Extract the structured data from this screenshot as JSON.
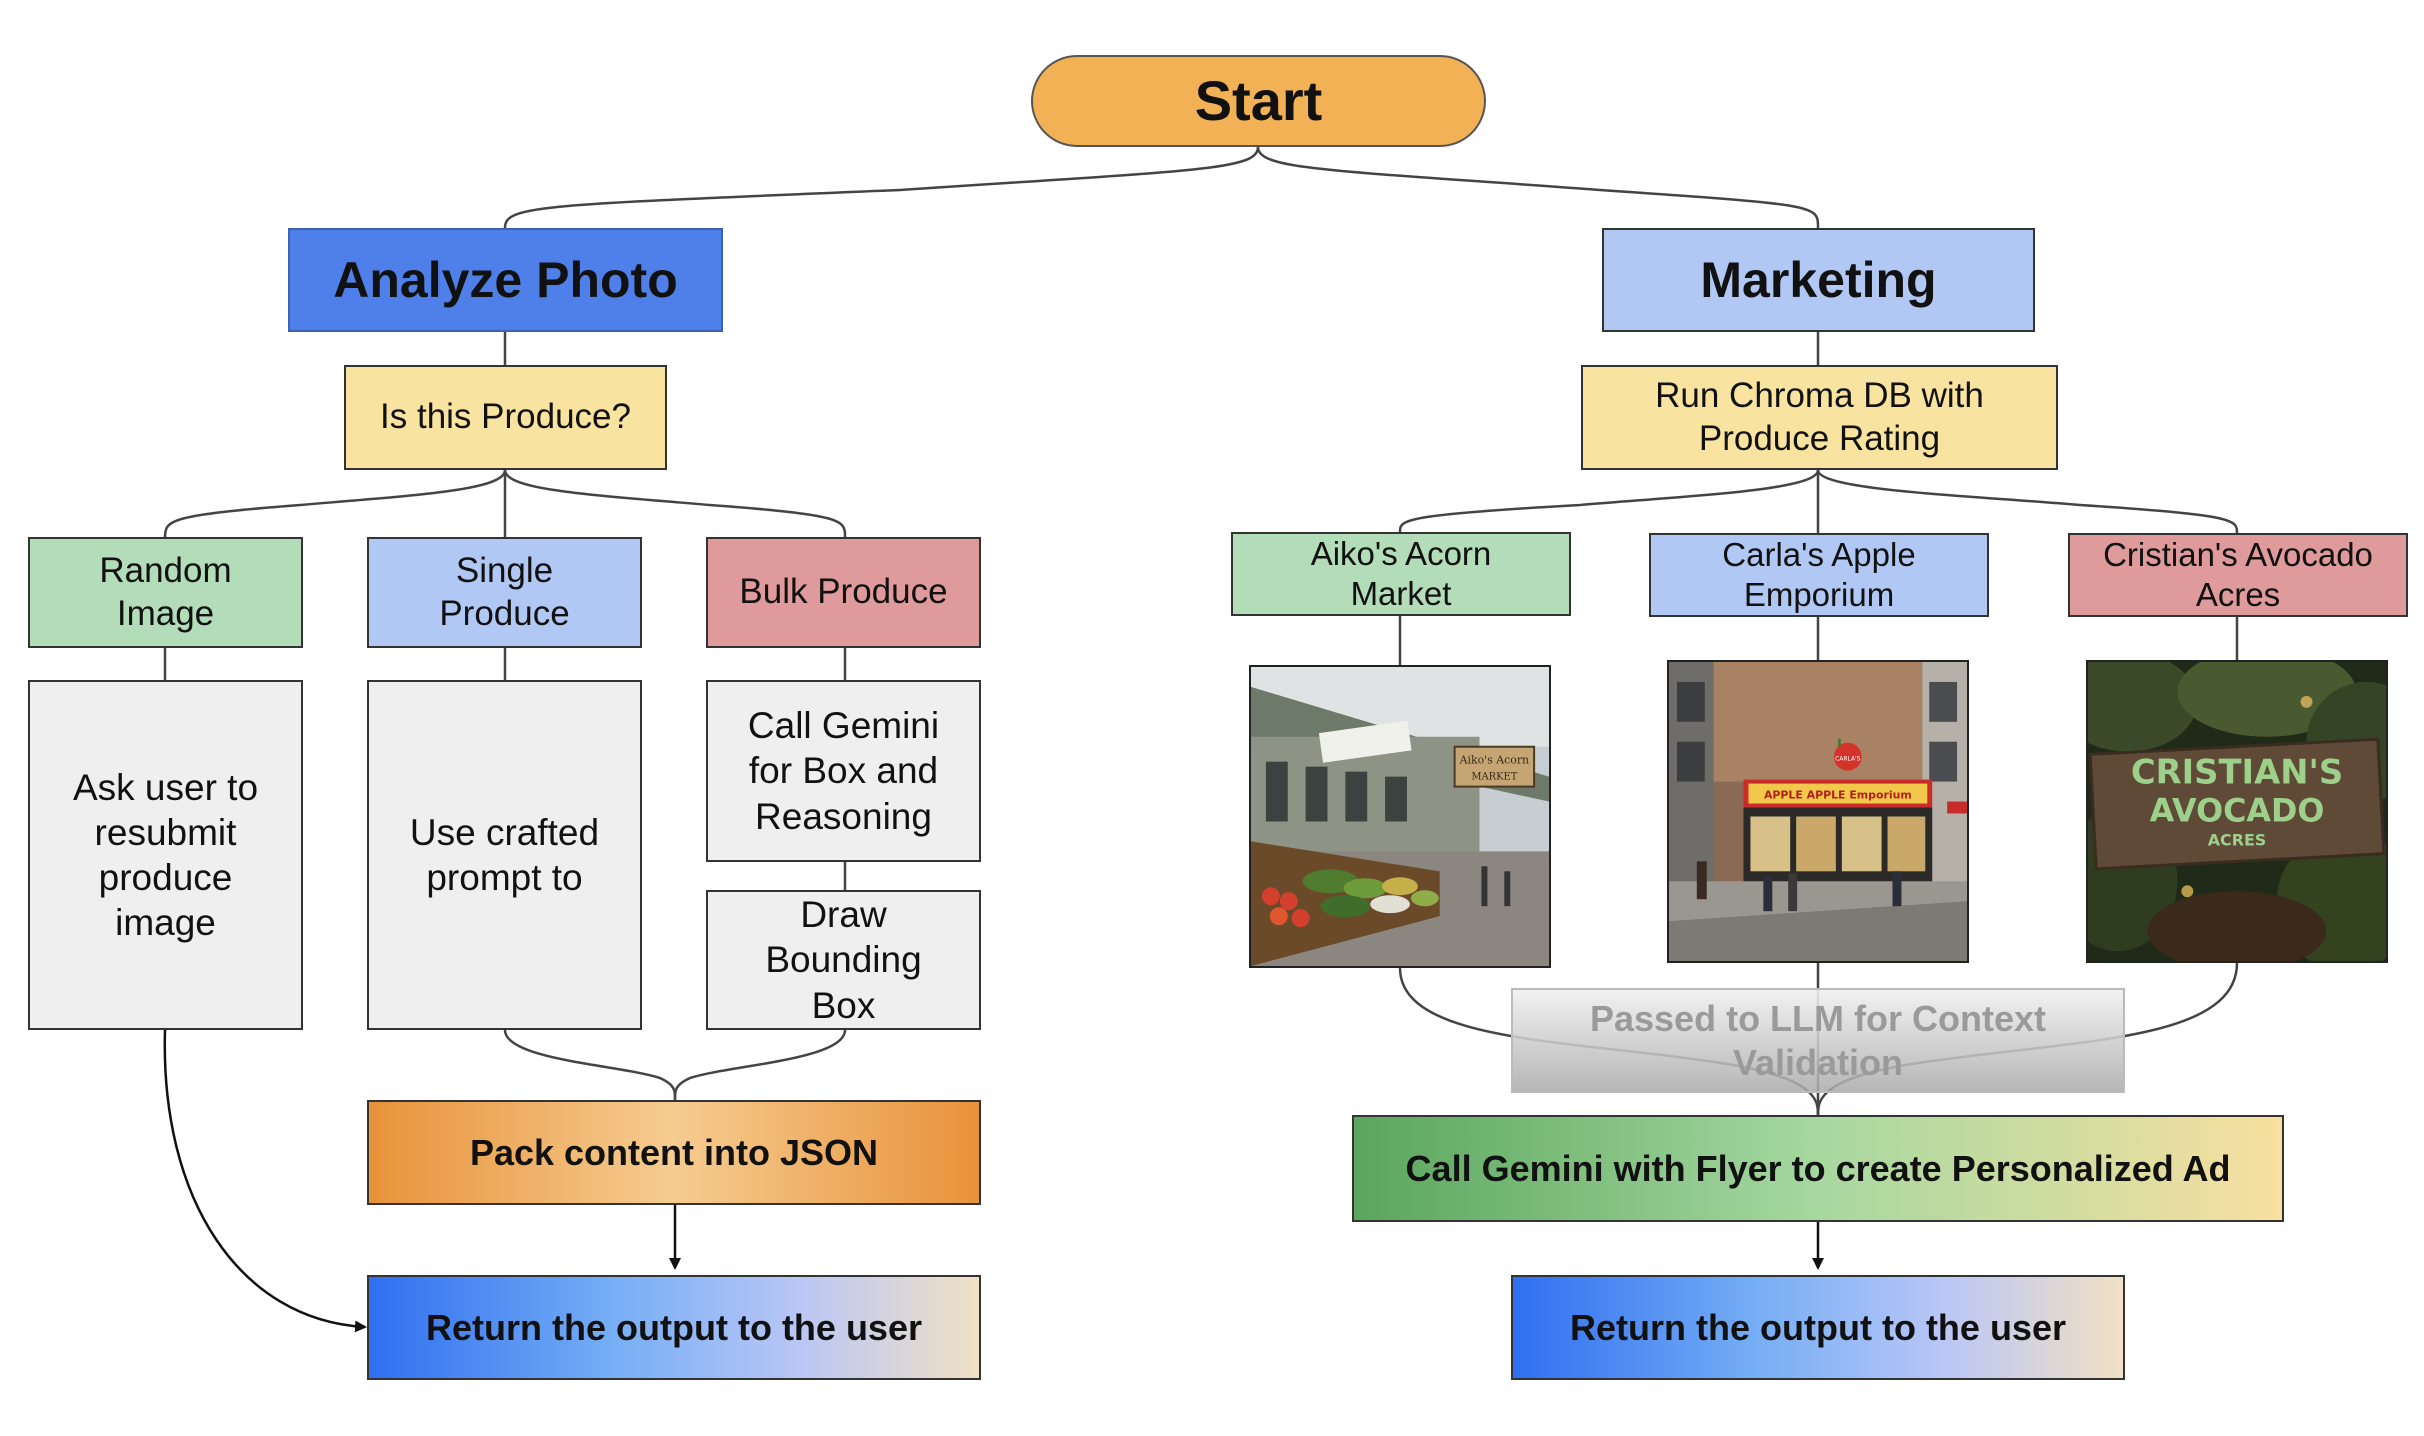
{
  "start": "Start",
  "analyze": {
    "title": "Analyze Photo",
    "question": "Is this Produce?",
    "branches": {
      "random": "Random Image",
      "single": "Single Produce",
      "bulk": "Bulk Produce"
    },
    "random_action": "Ask user to resubmit produce image",
    "single_action": "Use crafted prompt to",
    "bulk_action_1": "Call Gemini for Box and Reasoning",
    "bulk_action_2": "Draw Bounding Box",
    "pack": "Pack content into JSON",
    "return": "Return the output to the user"
  },
  "marketing": {
    "title": "Marketing",
    "chroma": "Run Chroma DB with Produce Rating",
    "stores": {
      "aiko": "Aiko's Acorn Market",
      "carla": "Carla's Apple Emporium",
      "cristian": "Cristian's Avocado Acres"
    },
    "store_signs": {
      "aiko_1": "Aiko's Acorn",
      "aiko_2": "MARKET",
      "carla_logo": "CARLA'S",
      "carla_sign": "APPLE APPLE Emporium",
      "cristian_1": "CRISTIAN'S",
      "cristian_2": "AVOCADO",
      "cristian_3": "ACRES"
    },
    "llm_validation": "Passed to LLM for Context Validation",
    "gemini_ad": "Call Gemini with Flyer to create Personalized Ad",
    "return": "Return the output to the user"
  },
  "colors": {
    "start": "#f2b155",
    "analyze": "#4f80ea",
    "marketing": "#b1c8f5",
    "question": "#f8e3a1",
    "random": "#b3dcb8",
    "single": "#b1c8f5",
    "bulk": "#df9b9b",
    "action": "#efefef"
  }
}
